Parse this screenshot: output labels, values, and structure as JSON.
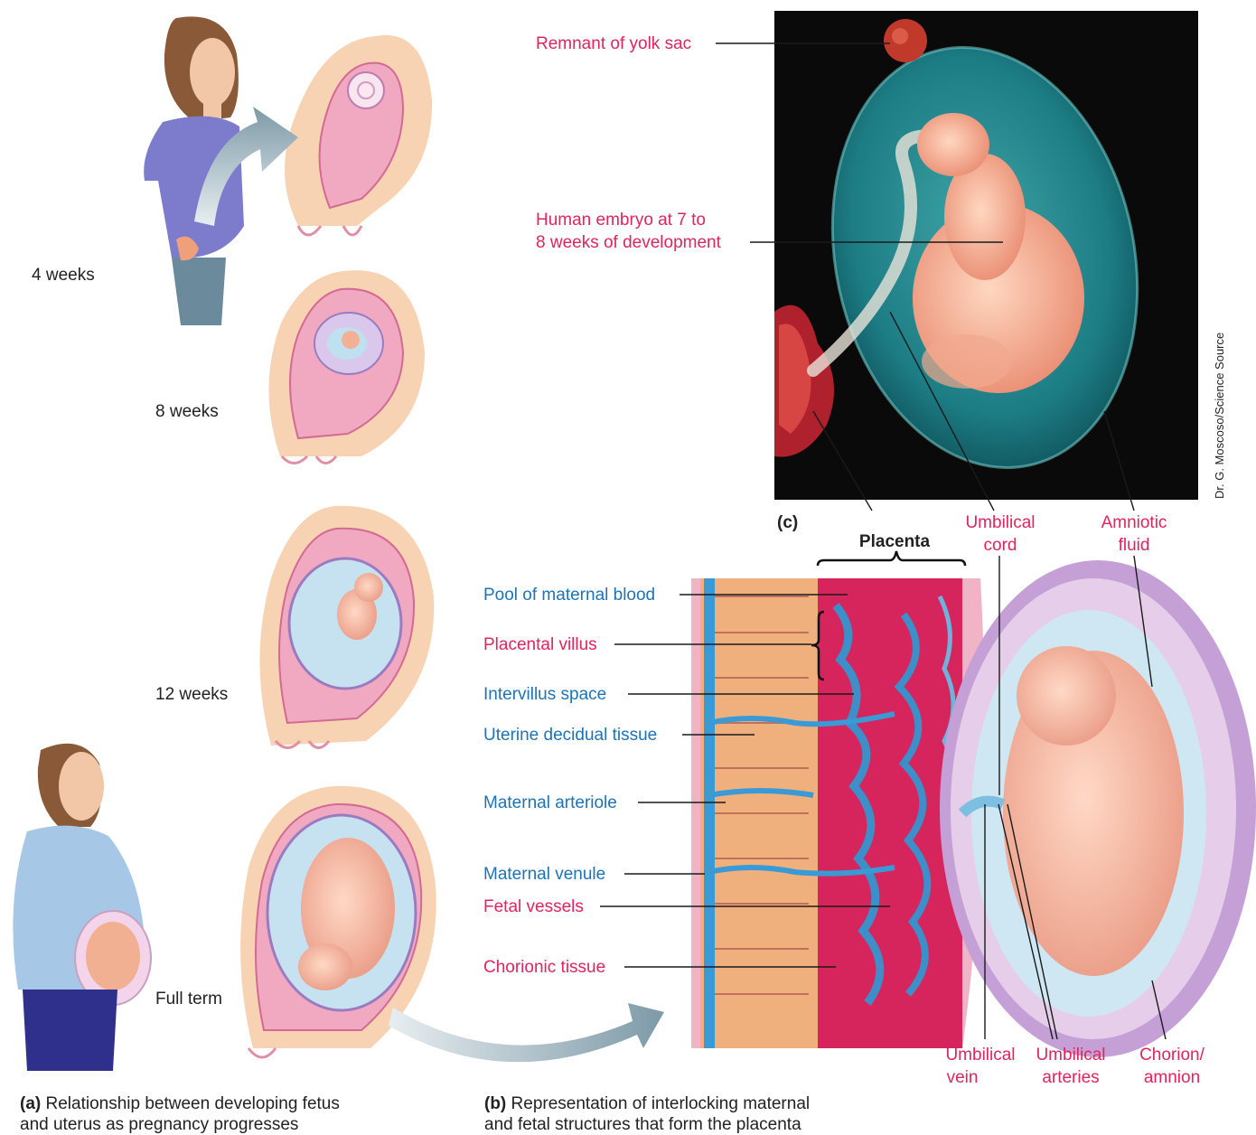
{
  "panel_a": {
    "stages": [
      "4 weeks",
      "8 weeks",
      "12 weeks",
      "Full term"
    ],
    "caption_letter": "(a)",
    "caption_line1": "Relationship between developing fetus",
    "caption_line2": "and uterus as pregnancy progresses"
  },
  "panel_b": {
    "caption_letter": "(b)",
    "caption_line1": "Representation of interlocking maternal",
    "caption_line2": "and fetal structures that form the placenta",
    "placenta_label": "Placenta",
    "left_labels": [
      "Pool of maternal blood",
      "Placental villus",
      "Intervillus space",
      "Uterine decidual tissue",
      "Maternal arteriole",
      "Maternal venule",
      "Fetal vessels",
      "Chorionic tissue"
    ],
    "bottom_labels": {
      "umbilical_vein_1": "Umbilical",
      "umbilical_vein_2": "vein",
      "umbilical_arteries_1": "Umbilical",
      "umbilical_arteries_2": "arteries",
      "chorion_1": "Chorion/",
      "chorion_2": "amnion"
    }
  },
  "panel_c": {
    "letter": "(c)",
    "yolk_sac": "Remnant of yolk sac",
    "embryo_line1": "Human embryo at 7 to",
    "embryo_line2": "8 weeks of development",
    "umbilical_cord_1": "Umbilical",
    "umbilical_cord_2": "cord",
    "amniotic_1": "Amniotic",
    "amniotic_2": "fluid",
    "credit": "Dr. G. Moscoso/Science Source"
  },
  "colors": {
    "label_red": "#e0245e",
    "label_blue": "#1d73b8",
    "photo_bg": "#0a0a0a",
    "sac_teal": "#1e7f86",
    "tissue_pink": "#f3b3c6",
    "placenta_red": "#d6245c"
  }
}
